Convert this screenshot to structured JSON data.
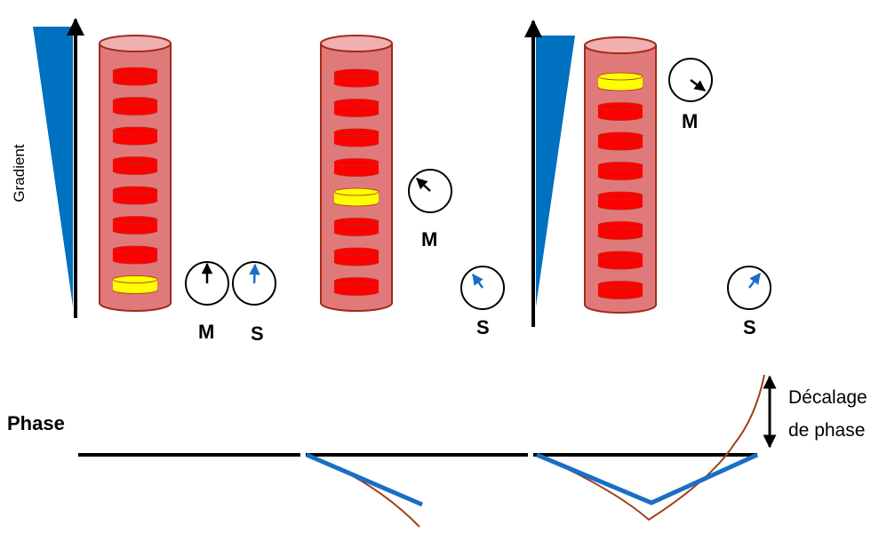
{
  "labels": {
    "gradient": "Gradient",
    "phase": "Phase",
    "m": "M",
    "s": "S",
    "phase_shift_line1": "Décalage",
    "phase_shift_line2": "de phase"
  },
  "colors": {
    "cylinder": "#e07a7a",
    "cylinder_stroke": "#a32a1c",
    "disk": "#ff0000",
    "disk_highlight": "#ffff00",
    "gradient_wedge": "#0070c0",
    "s_arrow": "#1a6fc4",
    "m_arrow": "#000000",
    "phase_line": "#000000",
    "stationary_phase": "#1a6fc4",
    "moving_phase": "#a0401c"
  },
  "panels": [
    {
      "name": "t1",
      "gradient_shown": true,
      "highlighted_disk": 8,
      "disk_count": 8
    },
    {
      "name": "t2",
      "gradient_shown": false,
      "highlighted_disk": 5,
      "disk_count": 8
    },
    {
      "name": "t3",
      "gradient_shown": true,
      "gradient_inverted": true,
      "highlighted_disk": 1,
      "disk_count": 8
    }
  ]
}
